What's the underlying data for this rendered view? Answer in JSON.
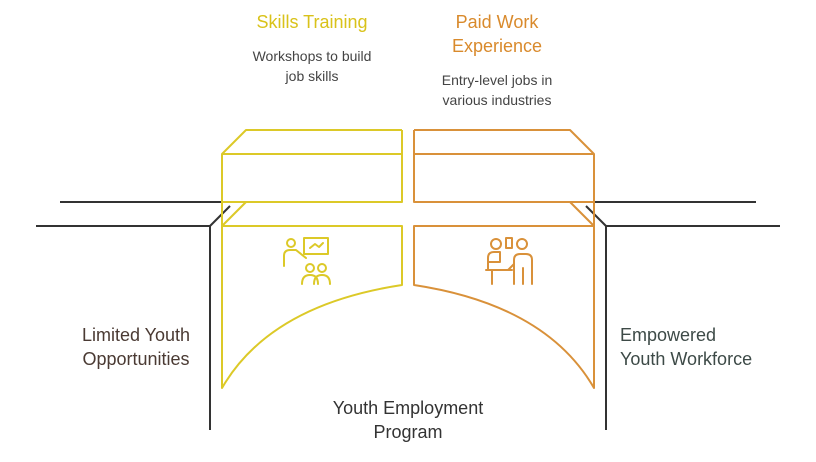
{
  "left_step": {
    "title": "Skills Training",
    "description_line1": "Workshops to build",
    "description_line2": "job skills",
    "icon": "presentation-teacher-icon",
    "color": "#dcc928"
  },
  "right_step": {
    "title_line1": "Paid Work",
    "title_line2": "Experience",
    "description_line1": "Entry-level jobs in",
    "description_line2": "various industries",
    "icon": "worker-at-station-icon",
    "color": "#d9913a"
  },
  "left_side": {
    "line1": "Limited Youth",
    "line2": "Opportunities"
  },
  "right_side": {
    "line1": "Empowered",
    "line2": "Youth Workforce"
  },
  "bridge": {
    "line1": "Youth Employment",
    "line2": "Program"
  }
}
